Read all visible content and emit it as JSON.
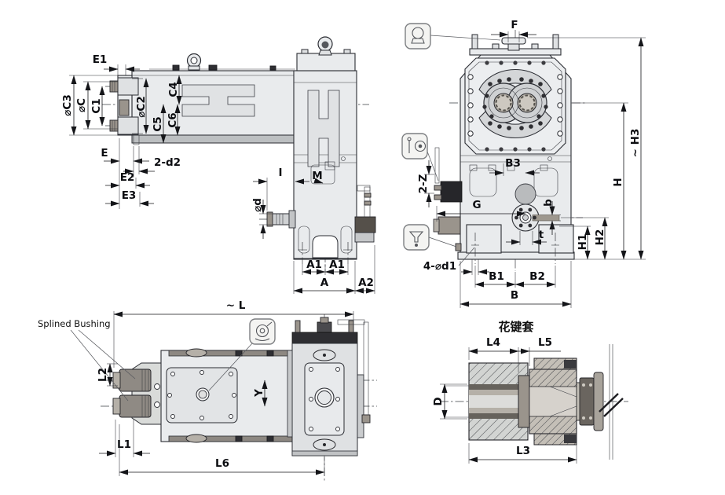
{
  "drawing": {
    "labels": {
      "splined_bushing": "Splined Bushing",
      "detail_title": "花键套"
    },
    "side_view": {
      "e1": "E1",
      "c3": "⌀C3",
      "c": "⌀C",
      "c1": "C1",
      "c2": "⌀C2",
      "c4": "C4",
      "c5": "C5",
      "c6": "C6",
      "e": "E",
      "two_d2": "2-d2",
      "e2": "E2",
      "e3": "E3",
      "i": "I",
      "m": "M",
      "d": "⌀d",
      "a1": "A1",
      "a": "A",
      "a2": "A2"
    },
    "front_view": {
      "f": "F",
      "h3": "~ H3",
      "h": "H",
      "h1": "H1",
      "h2": "H2",
      "b3": "B3",
      "g": "G",
      "b": "b",
      "t": "t",
      "two_z": "2-Z",
      "four_d1": "4-⌀d1",
      "b1": "B1",
      "b2": "B2",
      "b_total": "B"
    },
    "top_view": {
      "l": "~ L",
      "l1": "L1",
      "l2": "L2",
      "l6": "L6",
      "y": "Y"
    },
    "detail_view": {
      "l4": "L4",
      "l5": "L5",
      "d": "D",
      "l3": "L3"
    },
    "icons": {
      "breather": "breather-plug-symbol",
      "oil_level": "oil-level-gauge-symbol",
      "drain": "oil-drain-symbol",
      "oil_fill": "oil-fill-symbol"
    },
    "colors": {
      "line": "#2b2d33",
      "body": "#e9ebed",
      "metal": "#9a948c",
      "dark": "#2e2e32",
      "hatch_bg": "#d2d4d2",
      "hatch_bg2": "#c4bfb7"
    }
  }
}
